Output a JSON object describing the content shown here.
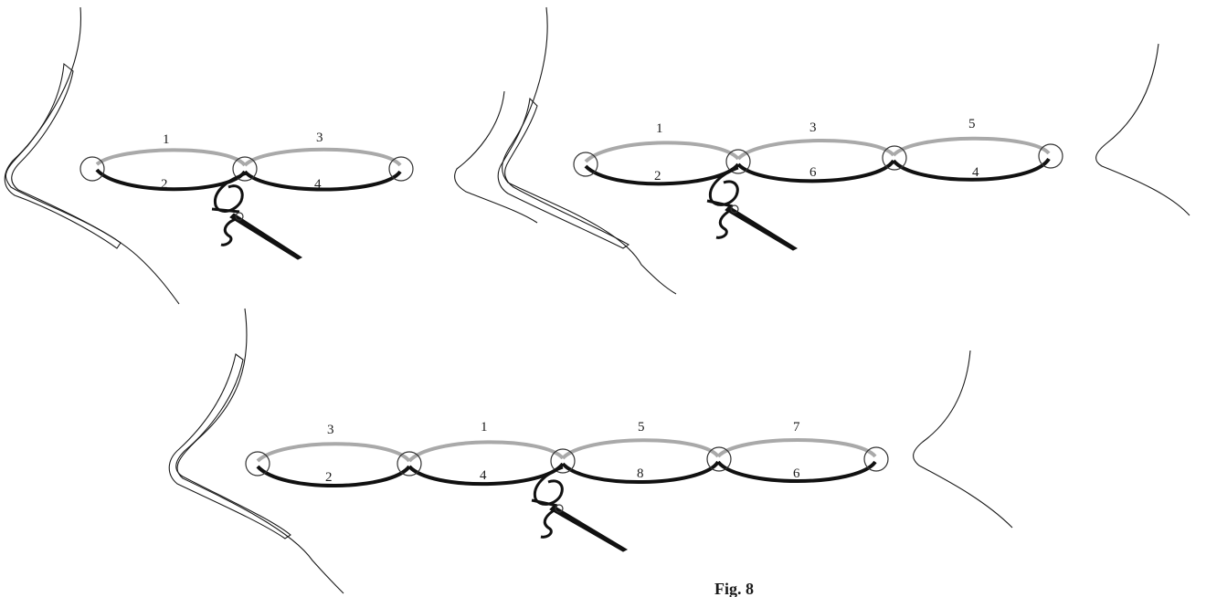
{
  "figure": {
    "caption": "Fig. 8",
    "panels": [
      {
        "id": "panel-a",
        "top_labels": [
          "1",
          "3"
        ],
        "bottom_labels": [
          "2",
          "4"
        ]
      },
      {
        "id": "panel-b",
        "top_labels": [
          "1",
          "3",
          "5"
        ],
        "bottom_labels": [
          "2",
          "6",
          "4"
        ]
      },
      {
        "id": "panel-c",
        "top_labels": [
          "3",
          "1",
          "5",
          "7"
        ],
        "bottom_labels": [
          "2",
          "4",
          "8",
          "6"
        ]
      }
    ]
  }
}
